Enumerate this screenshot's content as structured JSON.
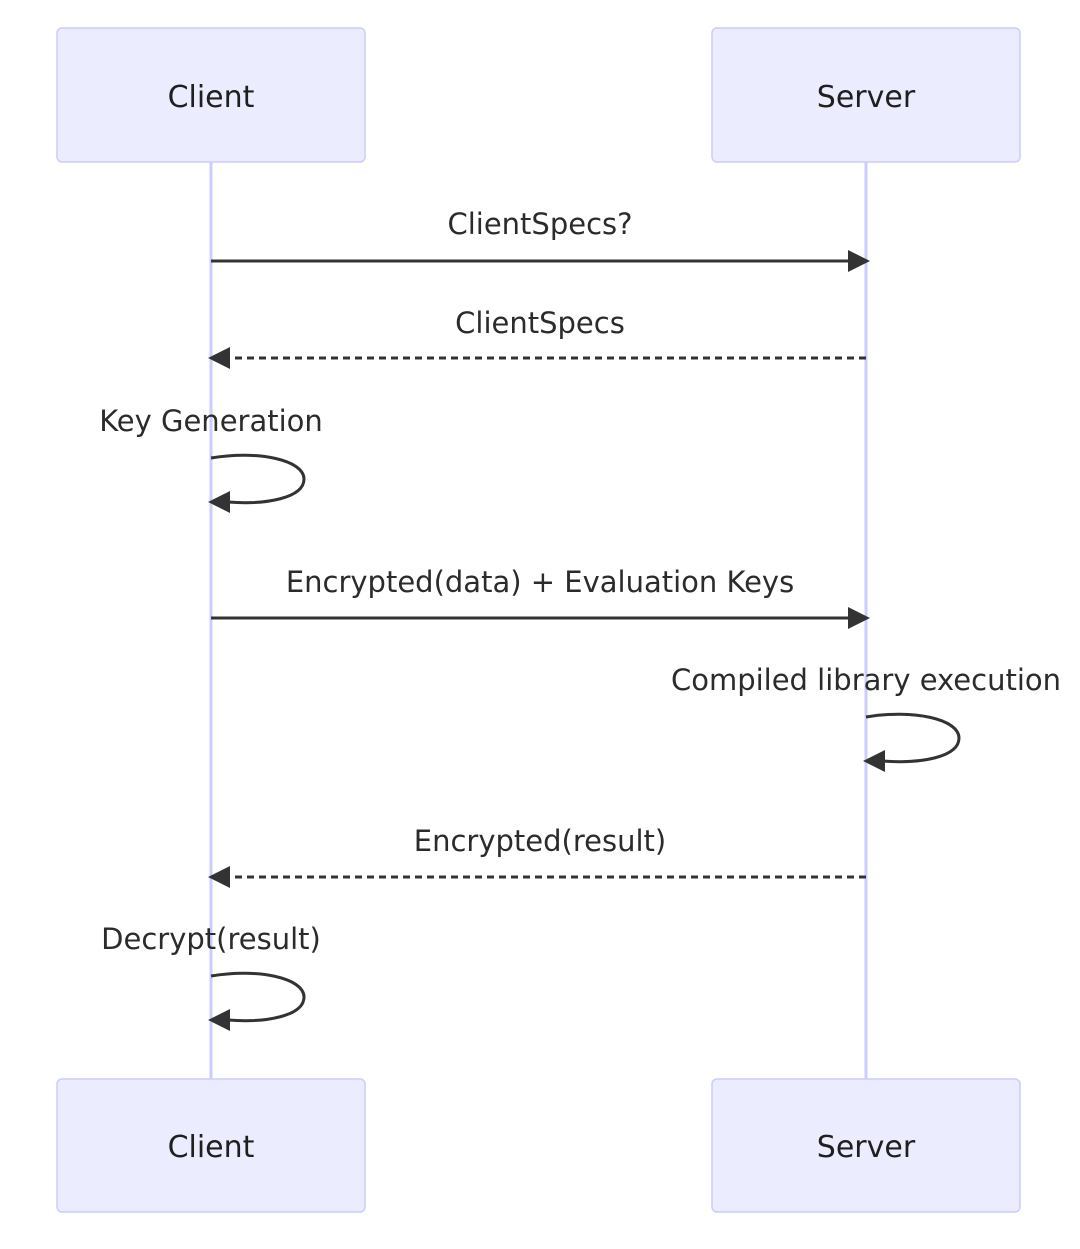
{
  "participants": {
    "client": {
      "label": "Client"
    },
    "server": {
      "label": "Server"
    }
  },
  "messages": [
    {
      "from": "client",
      "to": "server",
      "style": "solid",
      "label": "ClientSpecs?"
    },
    {
      "from": "server",
      "to": "client",
      "style": "dashed",
      "label": "ClientSpecs"
    },
    {
      "from": "client",
      "to": "client",
      "style": "self",
      "label": "Key Generation"
    },
    {
      "from": "client",
      "to": "server",
      "style": "solid",
      "label": "Encrypted(data) + Evaluation Keys"
    },
    {
      "from": "server",
      "to": "server",
      "style": "self",
      "label": "Compiled library execution"
    },
    {
      "from": "server",
      "to": "client",
      "style": "dashed",
      "label": "Encrypted(result)"
    },
    {
      "from": "client",
      "to": "client",
      "style": "self",
      "label": "Decrypt(result)"
    }
  ],
  "colors": {
    "actor_fill": "#ececff",
    "actor_border": "#ccccff",
    "lifeline": "#ccccff",
    "arrow": "#333333",
    "text": "#1f1f1f"
  }
}
